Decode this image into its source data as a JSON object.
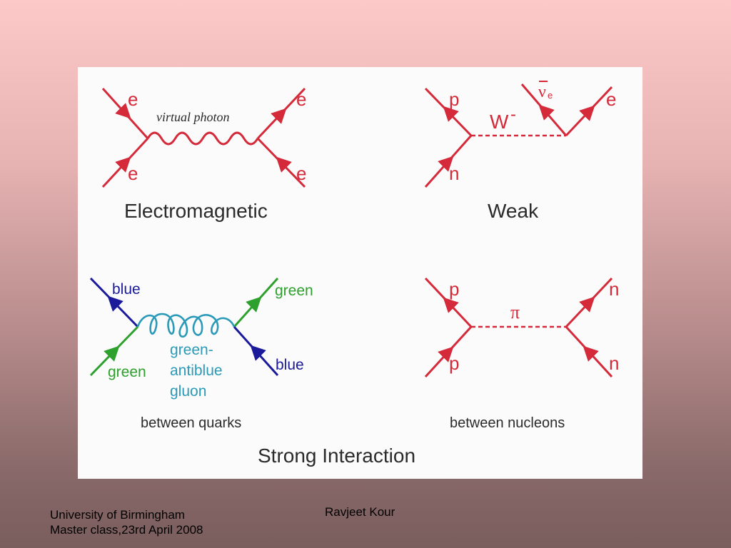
{
  "diagrams": {
    "electromagnetic": {
      "label_top_left": "e",
      "label_top_right": "e",
      "label_bottom_left": "e",
      "label_bottom_right": "e",
      "mediator": "virtual photon",
      "caption": "Electromagnetic"
    },
    "weak": {
      "label_p": "p",
      "label_n": "n",
      "label_w": "W",
      "label_w_charge": "-",
      "label_antinu": "ν",
      "label_antinu_sub": "e",
      "label_e": "e",
      "caption": "Weak"
    },
    "strong_quarks": {
      "label_blue_top": "blue",
      "label_green_bottom": "green",
      "label_green_top": "green",
      "label_blue_bottom": "blue",
      "gluon_line1": "green-",
      "gluon_line2": "antiblue",
      "gluon_line3": "gluon",
      "caption": "between quarks"
    },
    "strong_nucleons": {
      "label_p_top": "p",
      "label_p_bottom": "p",
      "label_n_top": "n",
      "label_n_bottom": "n",
      "mediator": "π",
      "caption": "between nucleons"
    },
    "strong_caption": "Strong Interaction"
  },
  "colors": {
    "red": "#d42a3a",
    "blue": "#1a1a9a",
    "green": "#2ea02e",
    "cyan": "#2a9ab8",
    "text": "#2a2a2a"
  },
  "footer": {
    "line1": "University of Birmingham",
    "line2": "Master class,23rd April 2008",
    "author": "Ravjeet Kour"
  }
}
